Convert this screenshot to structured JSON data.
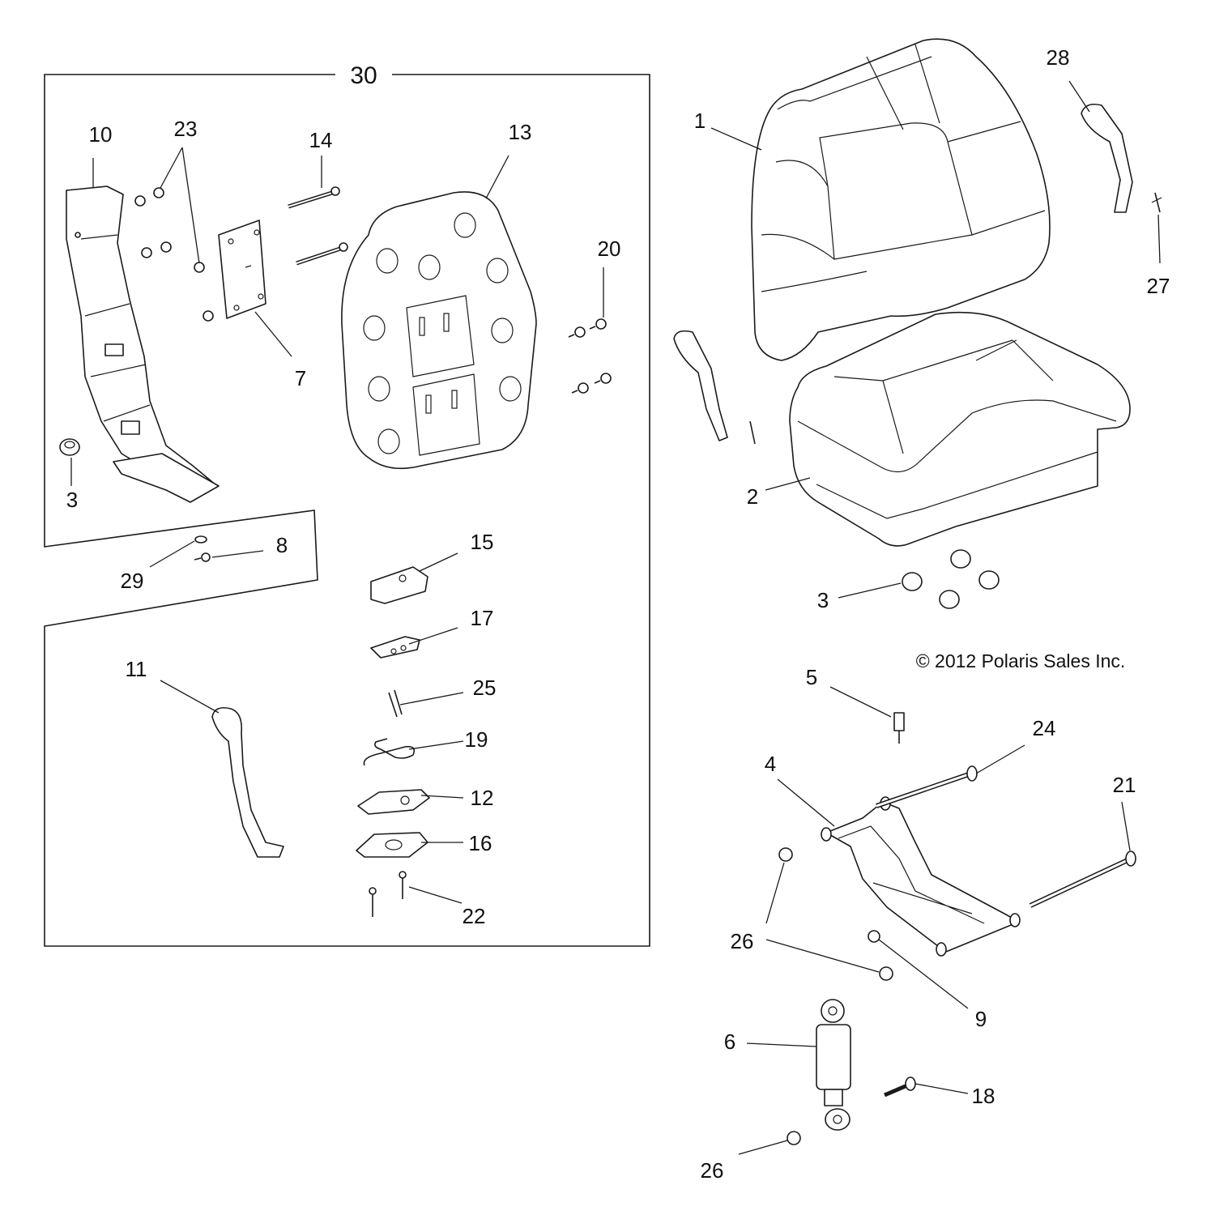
{
  "diagram": {
    "kit_label": "30",
    "copyright": "© 2012 Polaris Sales Inc.",
    "callouts": [
      "1",
      "2",
      "3",
      "4",
      "5",
      "6",
      "7",
      "8",
      "9",
      "10",
      "11",
      "12",
      "13",
      "14",
      "15",
      "16",
      "17",
      "18",
      "19",
      "20",
      "21",
      "22",
      "23",
      "24",
      "25",
      "26",
      "27",
      "28",
      "29",
      "30"
    ]
  },
  "labels": {
    "c1": "1",
    "c2": "2",
    "c3_right": "3",
    "c3_left": "3",
    "c4": "4",
    "c5": "5",
    "c6": "6",
    "c7": "7",
    "c8": "8",
    "c9": "9",
    "c10": "10",
    "c11": "11",
    "c12": "12",
    "c13": "13",
    "c14": "14",
    "c15": "15",
    "c16": "16",
    "c17": "17",
    "c18": "18",
    "c19": "19",
    "c20": "20",
    "c21": "21",
    "c22": "22",
    "c23": "23",
    "c24": "24",
    "c25": "25",
    "c26_top": "26",
    "c26_bottom": "26",
    "c27": "27",
    "c28": "28",
    "c29": "29"
  }
}
